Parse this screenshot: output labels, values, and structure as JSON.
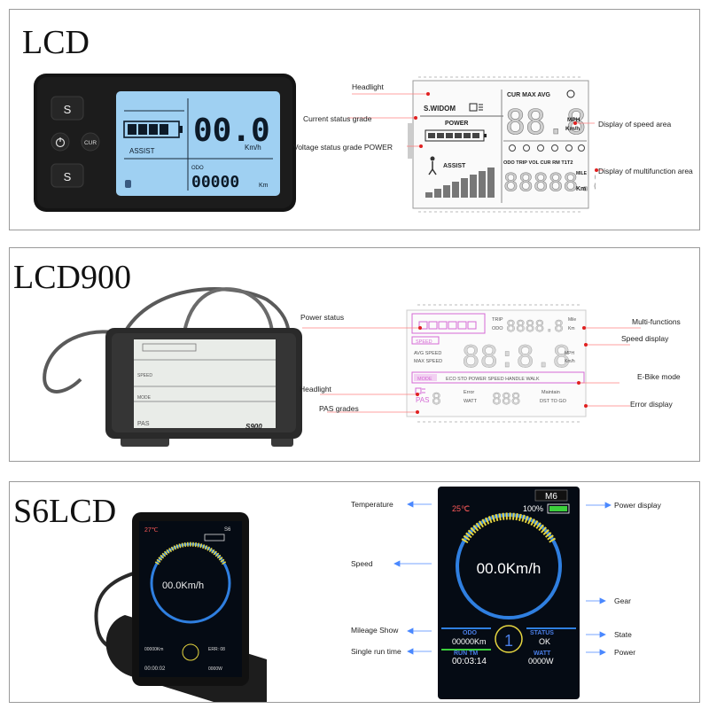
{
  "lcd": {
    "title": "LCD",
    "device": {
      "btn_up": "S",
      "btn_cur": "CUR",
      "btn_down": "S",
      "speed": "00.0",
      "speed_unit": "Km/h",
      "assist": "ASSIST",
      "odo_label": "ODO",
      "odo": "00000",
      "odo_unit": "Km"
    },
    "diagram": {
      "wisdom": "S.WIDOM",
      "power": "POWER",
      "assist": "ASSIST",
      "cur_max_avg": "CUR MAX AVG",
      "speed": "88.8",
      "mph": "MPH",
      "kmh": "Km/h",
      "multi_labels": "ODO TRIP VOL CUR RM T1T2",
      "multi": "88888.8",
      "mile": "MILE",
      "km": "Km"
    },
    "labels": {
      "headlight": "Headlight",
      "current_status": "Current status grade",
      "voltage_status": "Voltage status grade POWER",
      "speed_area": "Display of speed area",
      "multifunction_area": "Display of multifunction area"
    }
  },
  "lcd900": {
    "title": "LCD900",
    "device": {
      "speed": "SPEED",
      "mode": "MODE",
      "pas": "PAS",
      "model": "S900"
    },
    "diagram": {
      "trip": "TRIP",
      "odo": "ODO",
      "multi": "8888.8",
      "mile": "Mile",
      "km": "Km",
      "speed_tag": "SPEED",
      "avg_speed": "AVG SPEED",
      "max_speed": "MAX SPEED",
      "speed": "88:8.8",
      "mph": "MPH",
      "kmh": "Km/h",
      "mode_tag": "MODE",
      "modes": "ECO STD POWER SPEED HANDLE WALK",
      "pas": "PAS",
      "pas_num": "8",
      "error": "Error",
      "watt": "WATT",
      "err_num": "888",
      "maintain": "Maintain",
      "dst_to_go": "DST TO GO"
    },
    "labels": {
      "power_status": "Power status",
      "headlight": "Headlight",
      "pas_grades": "PAS grades",
      "multi_functions": "Multi-functions",
      "speed_display": "Speed display",
      "ebike_mode": "E-Bike mode",
      "error_display": "Error display"
    }
  },
  "s6lcd": {
    "title": "S6LCD",
    "device": {
      "temp": "27℃",
      "model": "S6",
      "speed": "00.0Km/h",
      "odo": "00000Km",
      "status": "ERR: 08",
      "runtime": "00:00:02",
      "power": "0000W"
    },
    "diagram": {
      "model": "M6",
      "temp": "25℃",
      "battery": "100%",
      "speed": "00.0Km/h",
      "odo_label": "ODO",
      "odo": "00000Km",
      "gear": "1",
      "status_label": "STATUS",
      "status": "OK",
      "runtm_label": "RUN TM",
      "runtime": "00:03:14",
      "watt_label": "WATT",
      "watt": "0000W"
    },
    "labels": {
      "temperature": "Temperature",
      "speed": "Speed",
      "mileage": "Mileage Show",
      "runtime": "Single run time",
      "power_display": "Power display",
      "gear": "Gear",
      "state": "State",
      "power": "Power"
    }
  },
  "colors": {
    "lcd_screen": "#9fd0f2",
    "lcd_body": "#141414",
    "label_dot": "#e02020",
    "s6_ring_blue": "#2f7fe0",
    "s6_ring_yellow": "#e6d640",
    "s6_battery": "#3ccf3c",
    "s6_accent_blue": "#4a7fe8",
    "lcd900_pink": "#d46ad4"
  }
}
